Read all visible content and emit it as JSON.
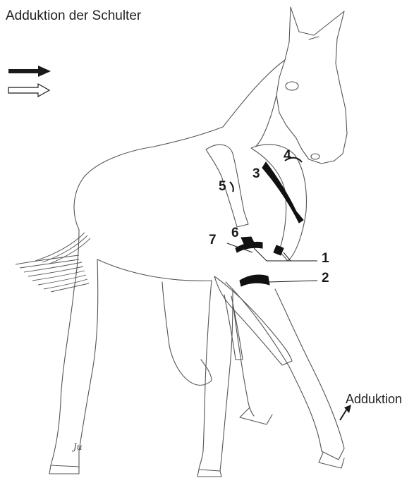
{
  "title": "Adduktion der Schulter",
  "labels": {
    "n1": "1",
    "n2": "2",
    "n3": "3",
    "n4": "4",
    "n5": "5",
    "n6": "6",
    "n7": "7",
    "adduktion": "Adduktion",
    "signature": "Ju"
  },
  "legend": {
    "solid_arrow_color": "#1a1a1a",
    "outline_arrow_color": "#1a1a1a"
  },
  "colors": {
    "outline": "#444444",
    "muscle": "#111111",
    "tail": "#555555"
  }
}
